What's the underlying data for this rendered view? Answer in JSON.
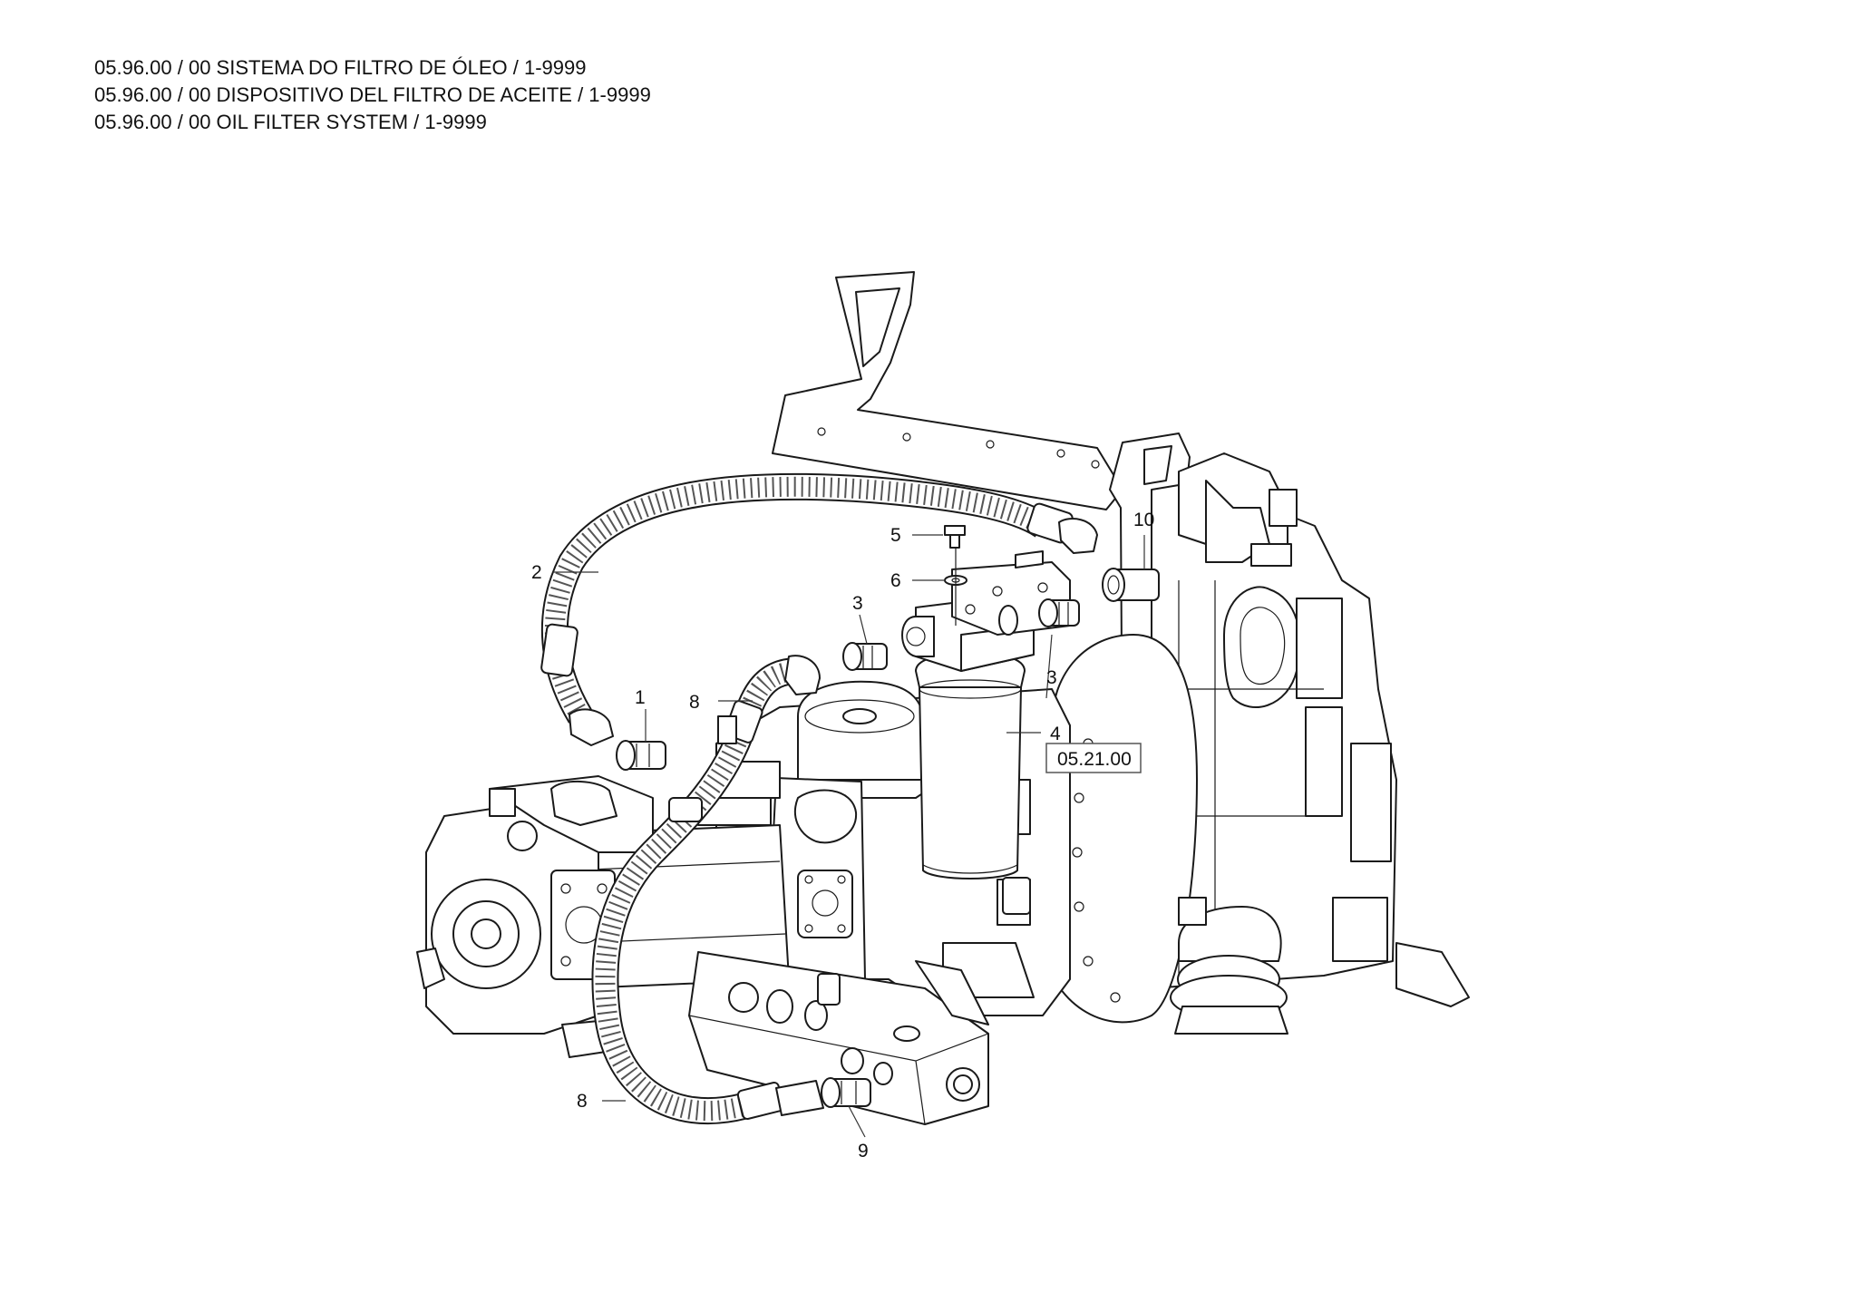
{
  "header": {
    "lines": [
      "05.96.00 / 00 SISTEMA DO FILTRO DE ÓLEO / 1-9999",
      "05.96.00 / 00 DISPOSITIVO DEL FILTRO DE ACEITE / 1-9999",
      "05.96.00 / 00 OIL FILTER SYSTEM / 1-9999"
    ]
  },
  "diagram": {
    "callouts": [
      {
        "id": "c1",
        "label": "1"
      },
      {
        "id": "c2",
        "label": "2"
      },
      {
        "id": "c3a",
        "label": "3"
      },
      {
        "id": "c3b",
        "label": "3"
      },
      {
        "id": "c4",
        "label": "4"
      },
      {
        "id": "c5",
        "label": "5"
      },
      {
        "id": "c6",
        "label": "6"
      },
      {
        "id": "c8a",
        "label": "8"
      },
      {
        "id": "c8b",
        "label": "8"
      },
      {
        "id": "c9",
        "label": "9"
      },
      {
        "id": "c10",
        "label": "10"
      }
    ],
    "reference": {
      "label": "05.21.00"
    }
  }
}
